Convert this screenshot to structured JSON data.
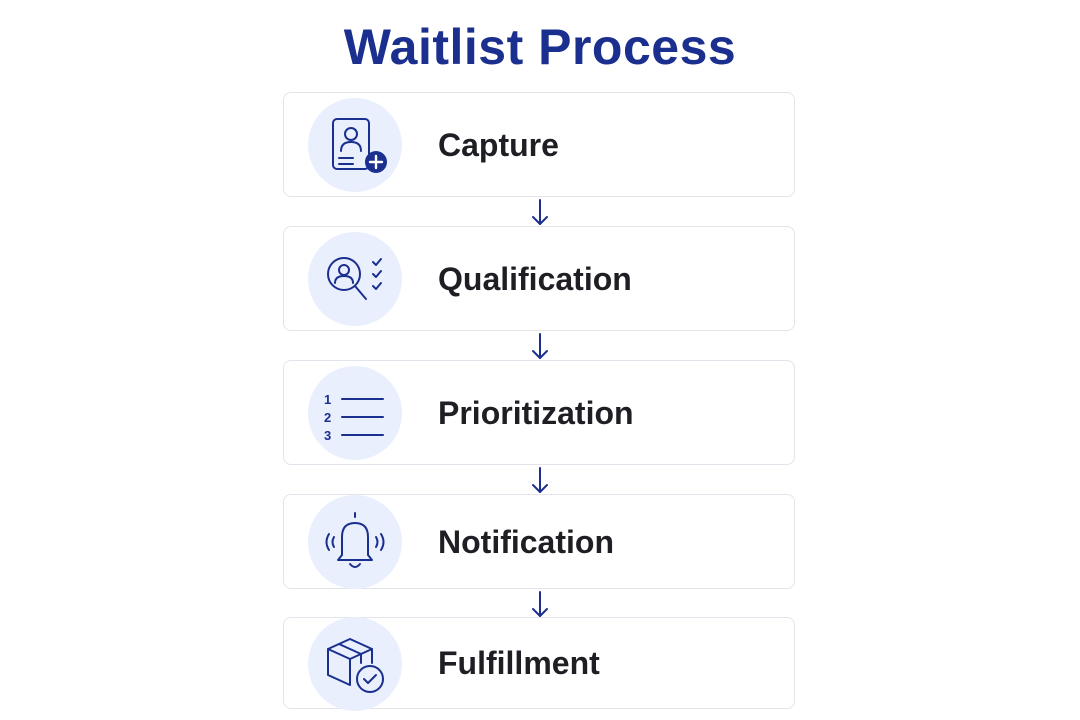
{
  "title": "Waitlist Process",
  "steps": [
    {
      "label": "Capture",
      "icon": "form-user-add-icon"
    },
    {
      "label": "Qualification",
      "icon": "user-search-checklist-icon"
    },
    {
      "label": "Prioritization",
      "icon": "numbered-list-icon"
    },
    {
      "label": "Notification",
      "icon": "bell-ringing-icon"
    },
    {
      "label": "Fulfillment",
      "icon": "package-check-icon"
    }
  ],
  "numbered_list": [
    "1",
    "2",
    "3"
  ],
  "colors": {
    "accent": "#1b2f8f",
    "badge_bg": "#e9effd",
    "border": "#e1e4ea",
    "text": "#1e1e24"
  }
}
